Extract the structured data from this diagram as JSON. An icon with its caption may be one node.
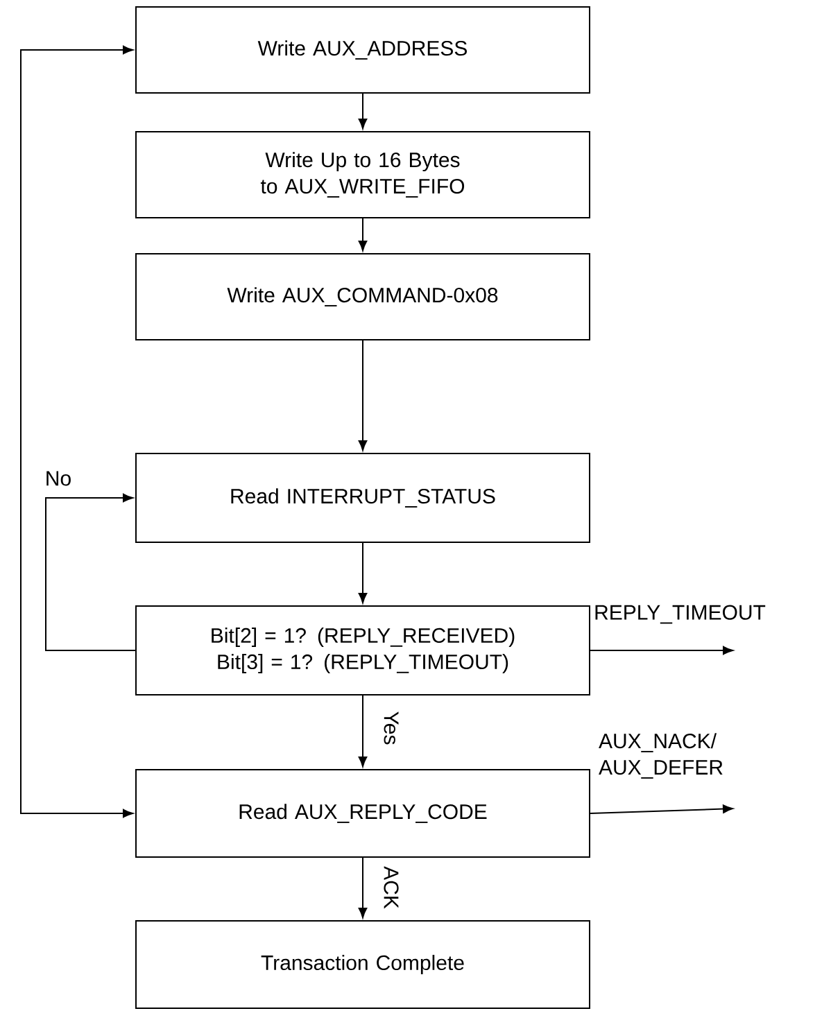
{
  "diagram": {
    "nodes": [
      {
        "text": [
          "Write AUX_ADDRESS"
        ]
      },
      {
        "text": [
          "Write Up to 16 Bytes to AUX_WRITE_FIFO"
        ]
      },
      {
        "text": [
          "Write AUX_COMMAND-0x08"
        ]
      },
      {
        "text": [
          "Read INTERRUPT_STATUS"
        ]
      },
      {
        "text": [
          "Bit[2] = 1? (REPLY_RECEIVED) Bit[3] = 1? (REPLY_TIMEOUT)"
        ]
      },
      {
        "text": [
          "Read AUX_REPLY_CODE"
        ]
      },
      {
        "text": [
          "Transaction Complete"
        ]
      }
    ],
    "edges": [
      {
        "from": 0,
        "to": 1,
        "arrow": "to"
      },
      {
        "from": 1,
        "to": 2,
        "arrow": "to"
      },
      {
        "from": 2,
        "to": 3,
        "arrow": "to"
      },
      {
        "from": 3,
        "to": 4,
        "arrow": "to"
      },
      {
        "from": 4,
        "to": 3,
        "arrow": "to",
        "label": "No"
      },
      {
        "from": 4,
        "to": 5,
        "arrow": "to",
        "label": "Yes"
      },
      {
        "from": 4,
        "to": null,
        "arrow": "to",
        "label": "REPLY_TIMEOUT"
      },
      {
        "from": 5,
        "to": null,
        "arrow": "to",
        "label": "AUX_NACK/ AUX_DEFER"
      },
      {
        "from": 5,
        "to": 6,
        "arrow": "to",
        "label": "ACK"
      },
      {
        "from": 5,
        "to": 0,
        "arrow": "both"
      }
    ]
  }
}
